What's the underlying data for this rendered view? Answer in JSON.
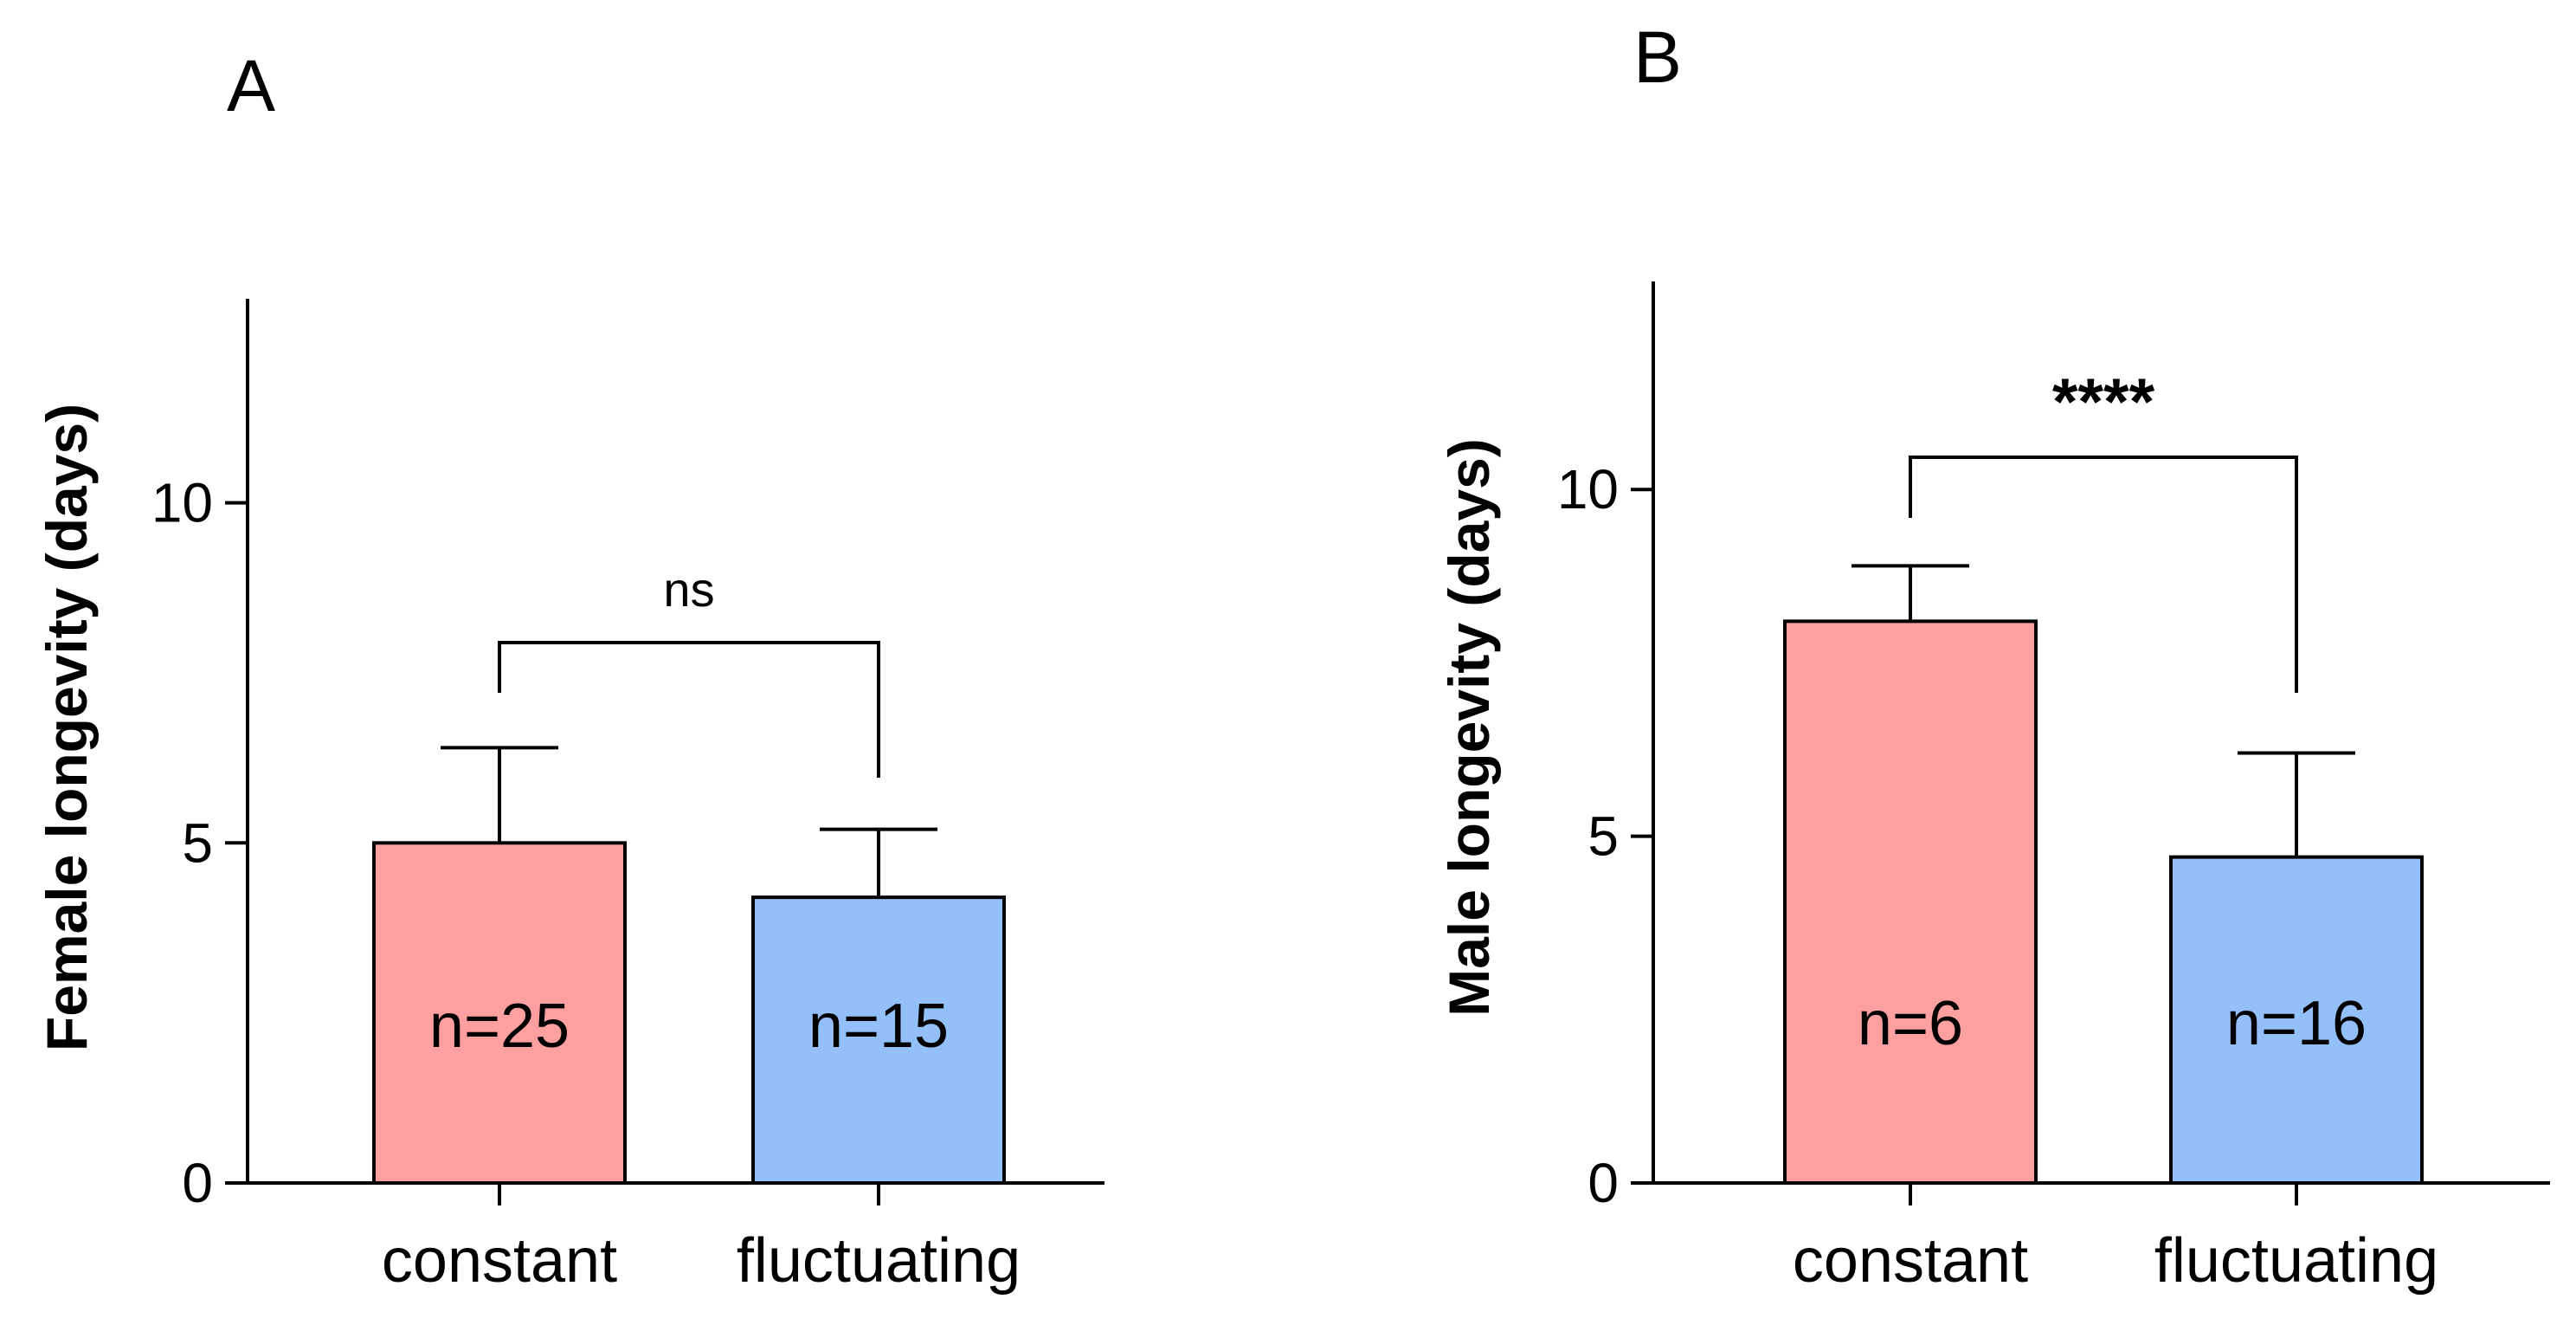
{
  "chart_data": [
    {
      "type": "bar",
      "panel_label": "A",
      "categories": [
        "constant",
        "fluctuating"
      ],
      "values": [
        5.0,
        4.2
      ],
      "errors": [
        1.4,
        1.0
      ],
      "sample_labels": [
        "n=25",
        "n=15"
      ],
      "colors": [
        "#ffa0a0",
        "#94c0fa"
      ],
      "ylabel": "Female longevity (days)",
      "ylim": [
        0,
        13
      ],
      "yticks": [
        0,
        5,
        10
      ],
      "significance": {
        "from": 0,
        "to": 1,
        "label": "ns"
      },
      "grid": false
    },
    {
      "type": "bar",
      "panel_label": "B",
      "categories": [
        "constant",
        "fluctuating"
      ],
      "values": [
        8.1,
        4.7
      ],
      "errors": [
        0.8,
        1.5
      ],
      "sample_labels": [
        "n=6",
        "n=16"
      ],
      "colors": [
        "#ffa0a0",
        "#94c0fa"
      ],
      "ylabel": "Male longevity (days)",
      "ylim": [
        0,
        13
      ],
      "yticks": [
        0,
        5,
        10
      ],
      "significance": {
        "from": 0,
        "to": 1,
        "label": "****"
      },
      "grid": false
    }
  ]
}
